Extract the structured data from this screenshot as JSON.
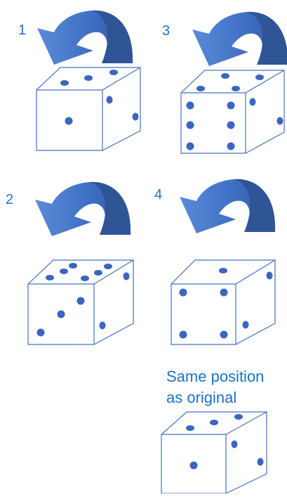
{
  "steps": [
    {
      "label": "1"
    },
    {
      "label": "3"
    },
    {
      "label": "2"
    },
    {
      "label": "4"
    }
  ],
  "caption": {
    "line1": "Same position",
    "line2": "as original"
  },
  "colors": {
    "arrow_light": "#4f7fd0",
    "arrow_dark": "#2f5597",
    "die_outline": "#4472c4",
    "pip": "#3a66c0",
    "text": "#1a73c8"
  },
  "icons": {
    "arrow": "curved-rotate-arrow-icon",
    "die": "die-cube-icon"
  }
}
